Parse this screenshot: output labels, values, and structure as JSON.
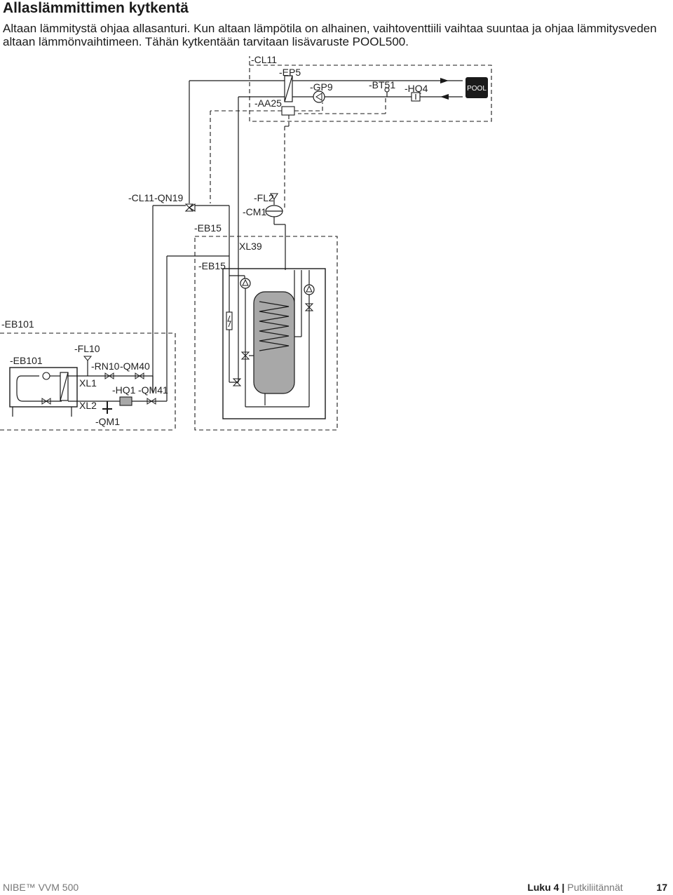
{
  "heading": "Allaslämmittimen kytkentä",
  "paragraph": "Altaan lämmitystä ohjaa allasanturi. Kun altaan lämpötila on alhainen, vaihtoventtiili vaihtaa suuntaa ja ohjaa lämmitysveden altaan lämmönvaihtimeen. Tähän kytkentään tarvitaan lisävaruste POOL500.",
  "diagram": {
    "labels": {
      "cl11": "-CL11",
      "ep5": "-EP5",
      "gp9": "-GP9",
      "bt51": "-BT51",
      "hq4": "-HQ4",
      "aa25": "-AA25",
      "pool": "POOL",
      "cl11_qn19": "-CL11-QN19",
      "fl2": "-FL2",
      "cm1": "-CM1",
      "eb15_a": "-EB15",
      "xl39": "XL39",
      "eb15_b": "-EB15",
      "eb101_a": "-EB101",
      "eb101_b": "-EB101",
      "fl10": "-FL10",
      "rn10": "-RN10",
      "qm40": "-QM40",
      "xl1": "XL1",
      "hq1": "-HQ1",
      "qm41": "-QM41",
      "xl2": "XL2",
      "qm1": "-QM1"
    }
  },
  "footer": {
    "product": "NIBE™ VVM 500",
    "chapter": "Luku 4",
    "separator": "|",
    "section": "Putkiliitännät",
    "page": "17"
  }
}
